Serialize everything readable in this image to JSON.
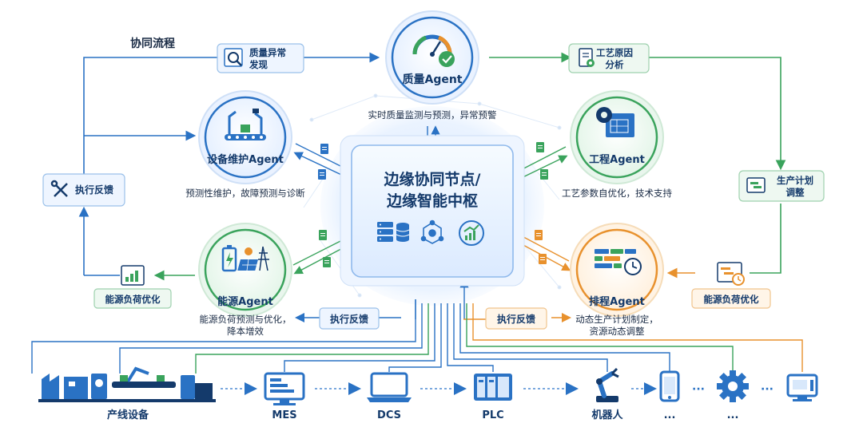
{
  "flow_title": "协同流程",
  "center": {
    "line1": "边缘协同节点/",
    "line2": "边缘智能中枢"
  },
  "agents": {
    "quality": {
      "name": "质量Agent",
      "desc": "实时质量监测与预测，异常预警"
    },
    "maintenance": {
      "name": "设备维护Agent",
      "desc": "预测性维护，故障预测与诊断"
    },
    "engineering": {
      "name": "工程Agent",
      "desc": "工艺参数自优化，技术支持"
    },
    "energy": {
      "name": "能源Agent",
      "desc_line1": "能源负荷预测与优化，",
      "desc_line2": "降本增效"
    },
    "scheduling": {
      "name": "排程Agent",
      "desc_line1": "动态生产计划制定，",
      "desc_line2": "资源动态调整"
    }
  },
  "flow_labels": {
    "quality_anomaly_line1": "质量异常",
    "quality_anomaly_line2": "发现",
    "process_cause_line1": "工艺原因",
    "process_cause_line2": "分析",
    "production_plan_line1": "生产计划",
    "production_plan_line2": "调整",
    "feedback_left": "执行反馈",
    "feedback_mid_left": "执行反馈",
    "feedback_mid_right": "执行反馈",
    "energy_opt_left": "能源负荷优化",
    "energy_opt_right": "能源负荷优化"
  },
  "devices": {
    "line_equipment": "产线设备",
    "mes": "MES",
    "dcs": "DCS",
    "plc": "PLC",
    "robot": "机器人",
    "more1": "...",
    "more2": "...",
    "ellipsis1": "···",
    "ellipsis2": "···"
  },
  "colors": {
    "blue": "#2a72c4",
    "green": "#3aa35c",
    "orange": "#e8912d",
    "navy": "#143a6b"
  }
}
